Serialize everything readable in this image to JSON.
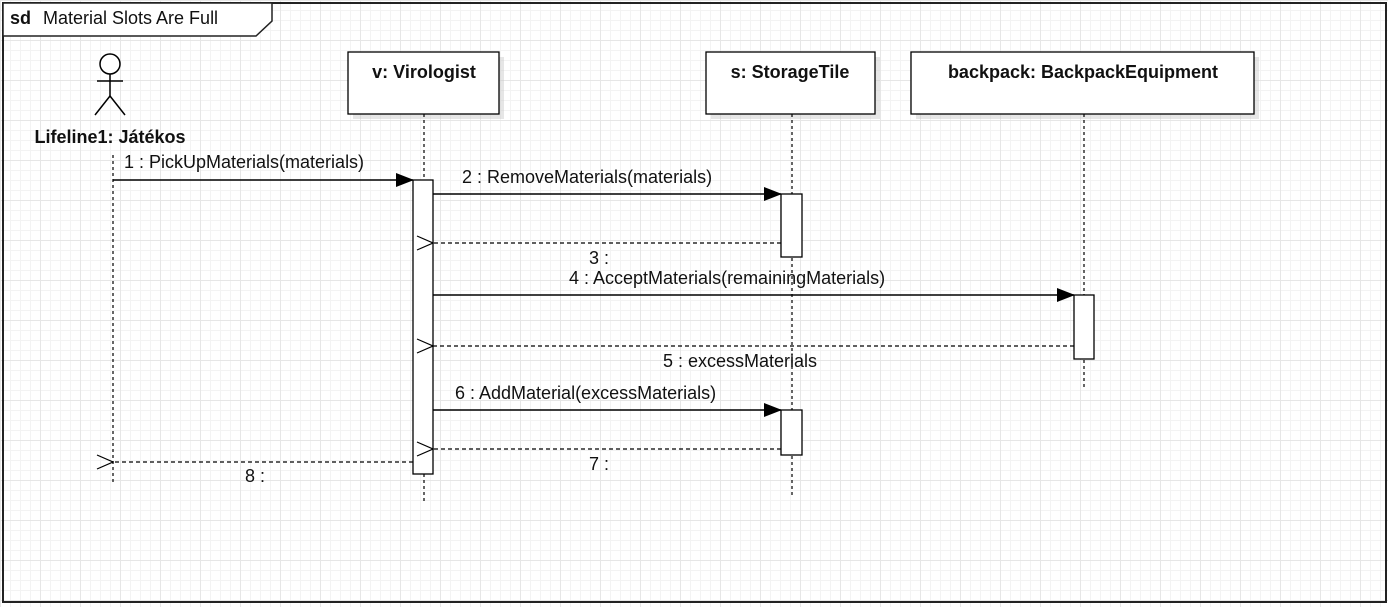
{
  "frame": {
    "keyword": "sd",
    "title": "Material Slots Are Full"
  },
  "lifelines": {
    "actor": "Lifeline1: Játékos",
    "virologist": "v: Virologist",
    "storage": "s: StorageTile",
    "backpack": "backpack: BackpackEquipment"
  },
  "messages": {
    "m1": "1 : PickUpMaterials(materials)",
    "m2": "2 : RemoveMaterials(materials)",
    "m3": "3 :",
    "m4": "4 : AcceptMaterials(remainingMaterials)",
    "m5": "5 : excessMaterials",
    "m6": "6 : AddMaterial(excessMaterials)",
    "m7": "7 :",
    "m8": "8 :"
  }
}
